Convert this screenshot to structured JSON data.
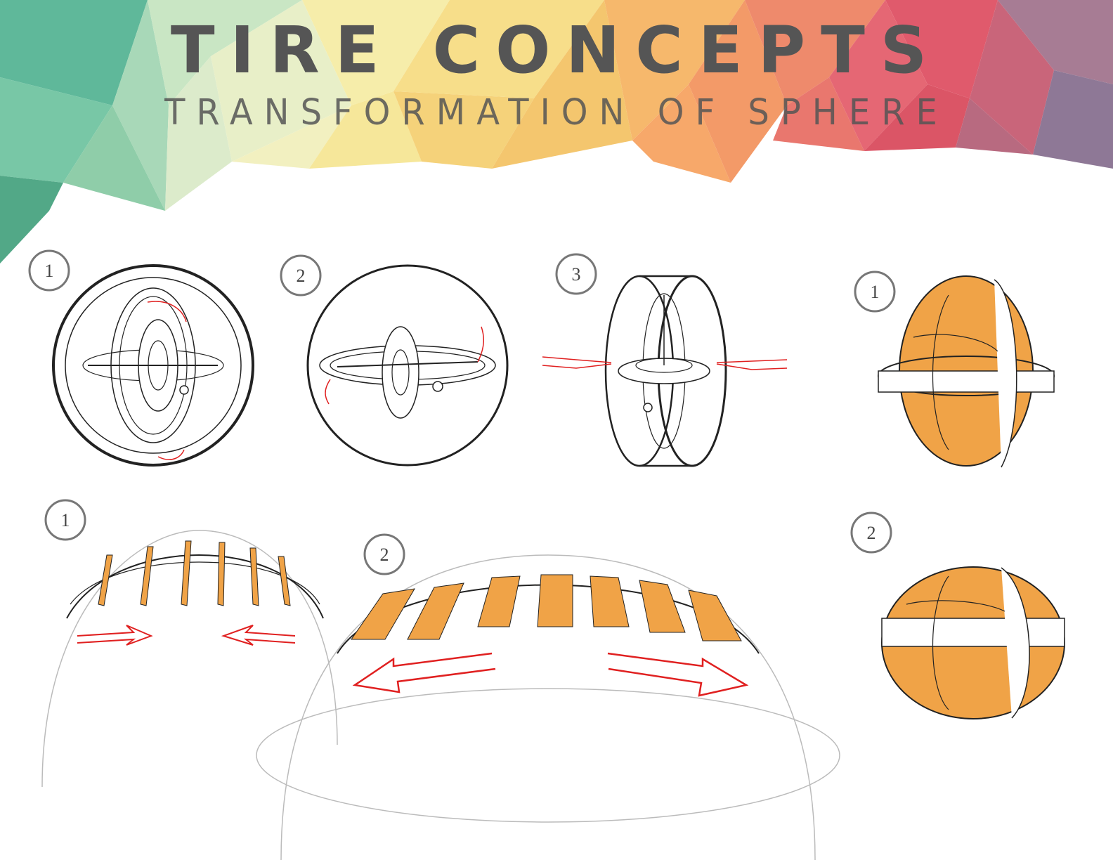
{
  "header": {
    "title": "TIRE CONCEPTS",
    "subtitle": "TRANSFORMATION OF SPHERE"
  },
  "steps": {
    "gyro_1": "1",
    "gyro_2": "2",
    "gyro_3": "3",
    "ball_1": "1",
    "ball_2": "2",
    "dome_1": "1",
    "dome_2": "2"
  },
  "colors": {
    "text": "#555555",
    "accent_orange": "#F0A347",
    "arrow_red": "#E02020",
    "line": "#222222",
    "faint_line": "#BBBBBB"
  }
}
